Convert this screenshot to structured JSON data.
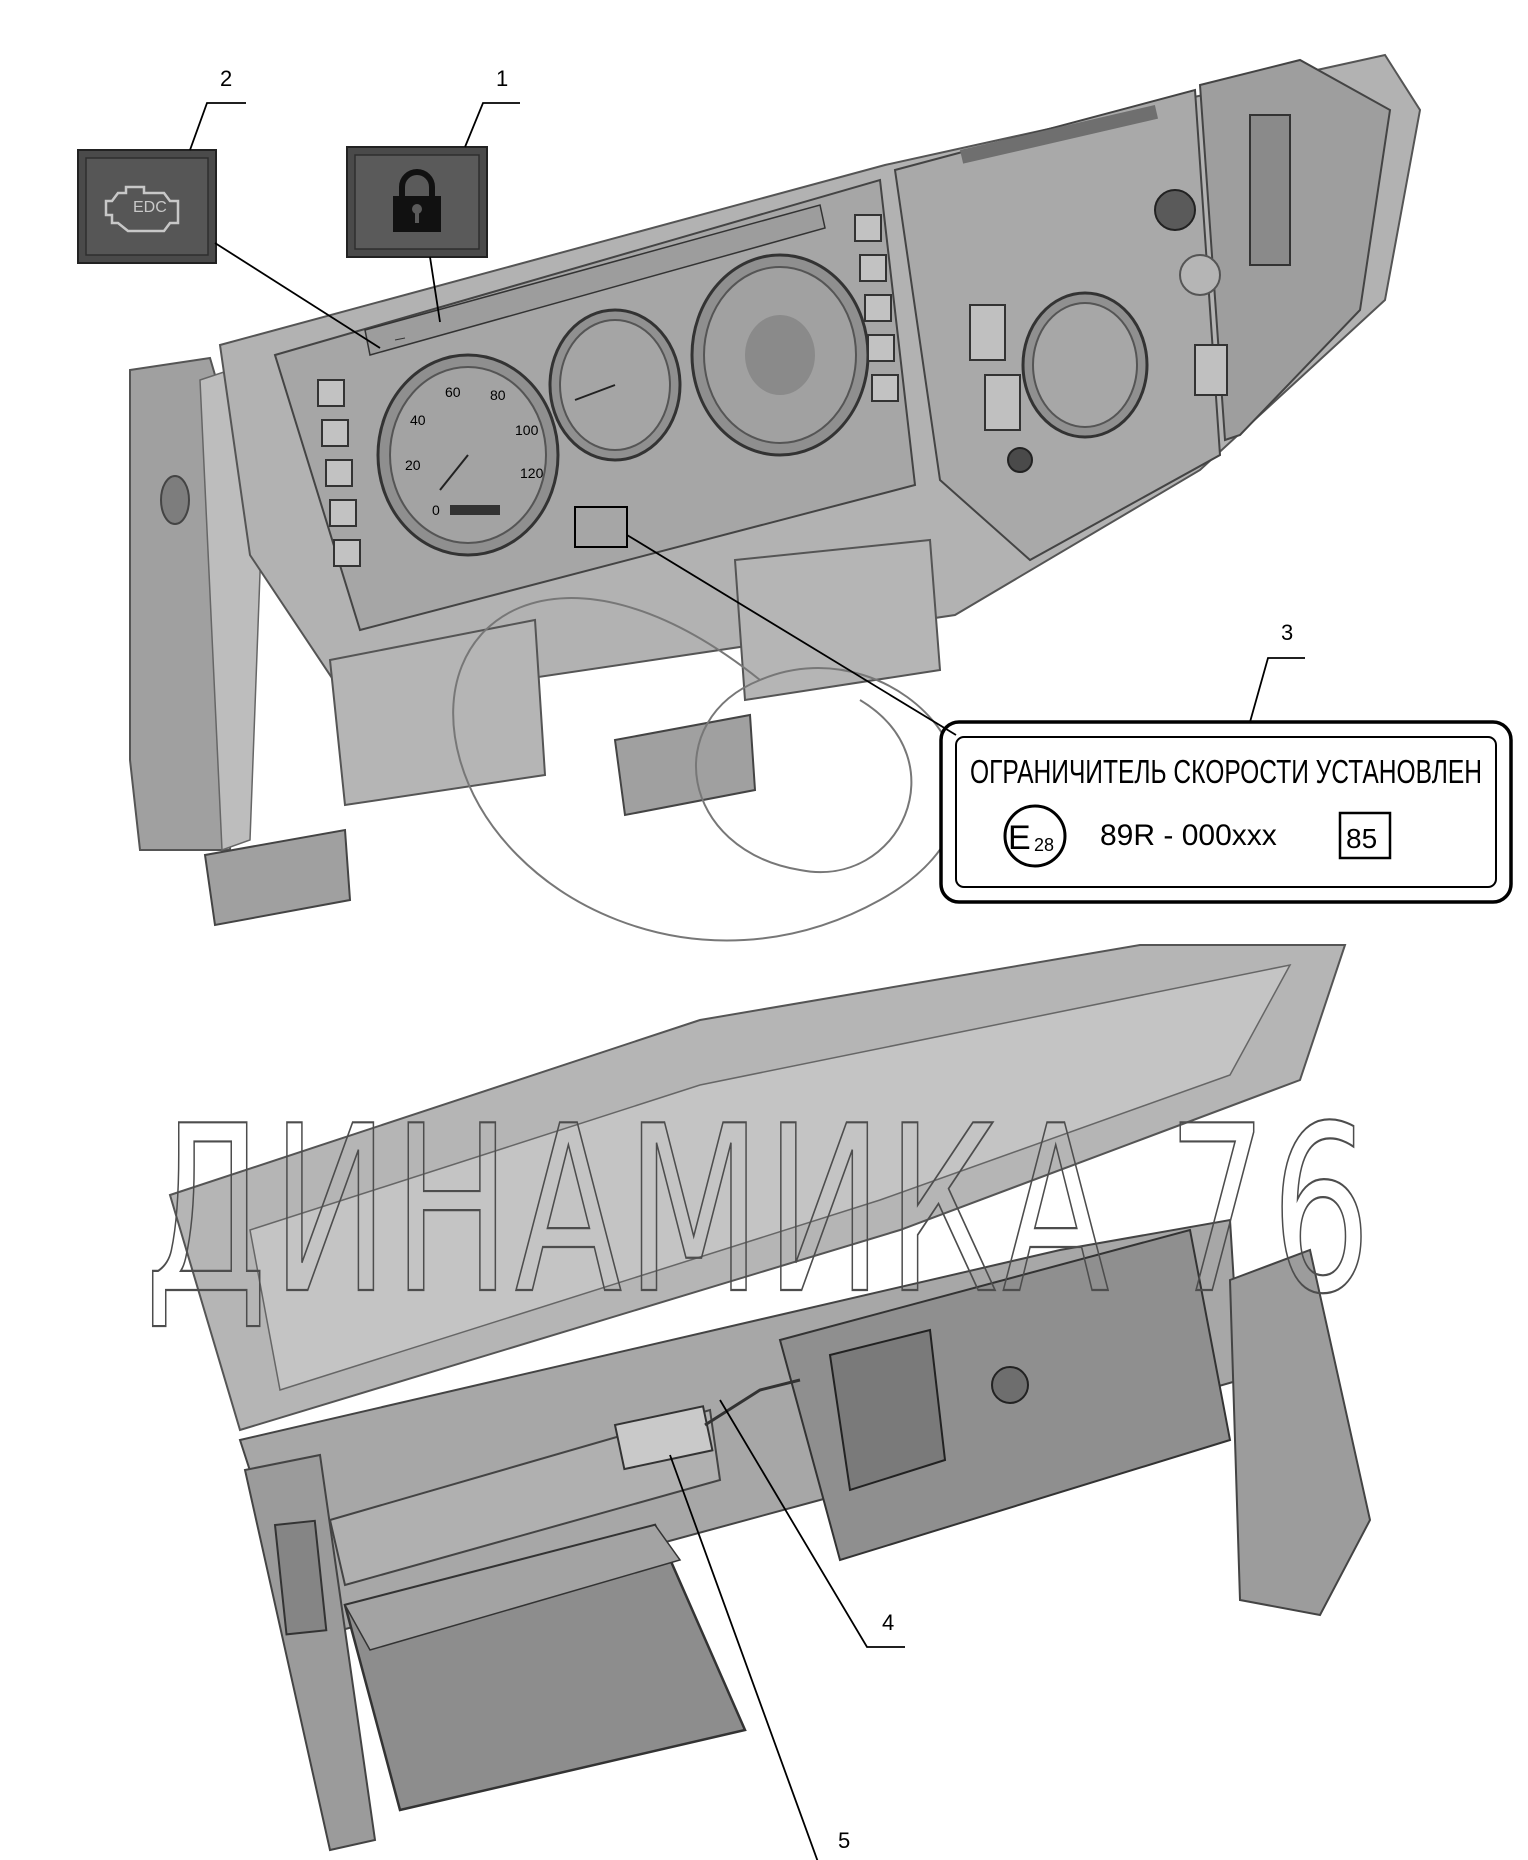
{
  "callouts": [
    {
      "number": "1"
    },
    {
      "number": "2"
    },
    {
      "number": "3"
    },
    {
      "number": "4"
    },
    {
      "number": "5"
    }
  ],
  "icons": {
    "item_1": "lock-icon",
    "item_2": "engine-check-icon"
  },
  "edc_label": "EDC",
  "speed_limiter_plate": {
    "title": "ОГРАНИЧИТЕЛЬ СКОРОСТИ УСТАНОВЛЕН",
    "approval_mark_letter": "E",
    "approval_mark_number": "28",
    "approval_number": "89R - 000xxx",
    "speed_value": "85"
  },
  "speedometer_scale": [
    "0",
    "20",
    "40",
    "60",
    "80",
    "100",
    "120"
  ],
  "watermark": "ДИНАМИКА 76",
  "colors": {
    "panel": "#a8a8a8",
    "panel_dark": "#8c8c8c",
    "panel_light": "#c4c4c4",
    "icon_tile": "#4a4a4a",
    "line": "#000000"
  }
}
